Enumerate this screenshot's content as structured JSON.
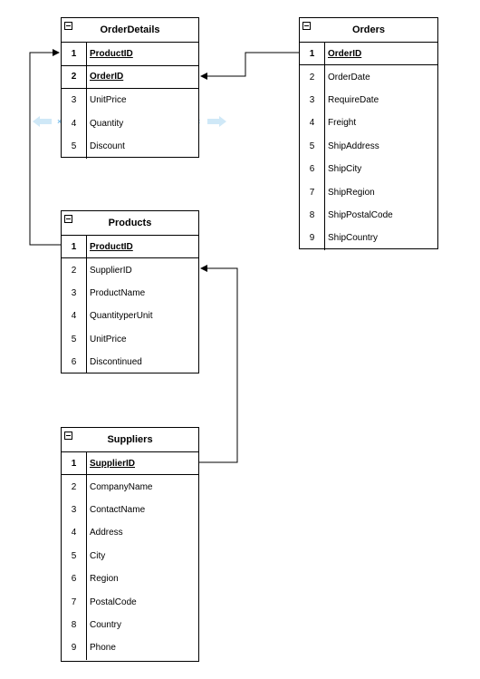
{
  "entities": {
    "orderdetails": {
      "title": "OrderDetails",
      "rows": [
        {
          "num": "1",
          "field": "ProductID",
          "pk": true
        },
        {
          "num": "2",
          "field": "OrderID",
          "pk": true
        },
        {
          "num": "3",
          "field": "UnitPrice",
          "pk": false
        },
        {
          "num": "4",
          "field": "Quantity",
          "pk": false
        },
        {
          "num": "5",
          "field": "Discount",
          "pk": false
        }
      ]
    },
    "orders": {
      "title": "Orders",
      "rows": [
        {
          "num": "1",
          "field": "OrderID",
          "pk": true
        },
        {
          "num": "2",
          "field": "OrderDate",
          "pk": false
        },
        {
          "num": "3",
          "field": "RequireDate",
          "pk": false
        },
        {
          "num": "4",
          "field": "Freight",
          "pk": false
        },
        {
          "num": "5",
          "field": "ShipAddress",
          "pk": false
        },
        {
          "num": "6",
          "field": "ShipCity",
          "pk": false
        },
        {
          "num": "7",
          "field": "ShipRegion",
          "pk": false
        },
        {
          "num": "8",
          "field": "ShipPostalCode",
          "pk": false
        },
        {
          "num": "9",
          "field": "ShipCountry",
          "pk": false
        }
      ]
    },
    "products": {
      "title": "Products",
      "rows": [
        {
          "num": "1",
          "field": "ProductID",
          "pk": true
        },
        {
          "num": "2",
          "field": "SupplierID",
          "pk": false
        },
        {
          "num": "3",
          "field": "ProductName",
          "pk": false
        },
        {
          "num": "4",
          "field": "QuantityperUnit",
          "pk": false
        },
        {
          "num": "5",
          "field": "UnitPrice",
          "pk": false
        },
        {
          "num": "6",
          "field": "Discontinued",
          "pk": false
        }
      ]
    },
    "suppliers": {
      "title": "Suppliers",
      "rows": [
        {
          "num": "1",
          "field": "SupplierID",
          "pk": true
        },
        {
          "num": "2",
          "field": "CompanyName",
          "pk": false
        },
        {
          "num": "3",
          "field": "ContactName",
          "pk": false
        },
        {
          "num": "4",
          "field": "Address",
          "pk": false
        },
        {
          "num": "5",
          "field": "City",
          "pk": false
        },
        {
          "num": "6",
          "field": "Region",
          "pk": false
        },
        {
          "num": "7",
          "field": "PostalCode",
          "pk": false
        },
        {
          "num": "8",
          "field": "Country",
          "pk": false
        },
        {
          "num": "9",
          "field": "Phone",
          "pk": false
        }
      ]
    }
  },
  "relationships": [
    {
      "from": "orders.OrderID",
      "to": "orderdetails.OrderID"
    },
    {
      "from": "products.ProductID",
      "to": "orderdetails.ProductID"
    },
    {
      "from": "suppliers.SupplierID",
      "to": "products.SupplierID"
    }
  ],
  "colors": {
    "line": "#000000",
    "hint_arrow": "#cfe8f7",
    "hint_marker": "#4aa3df"
  }
}
